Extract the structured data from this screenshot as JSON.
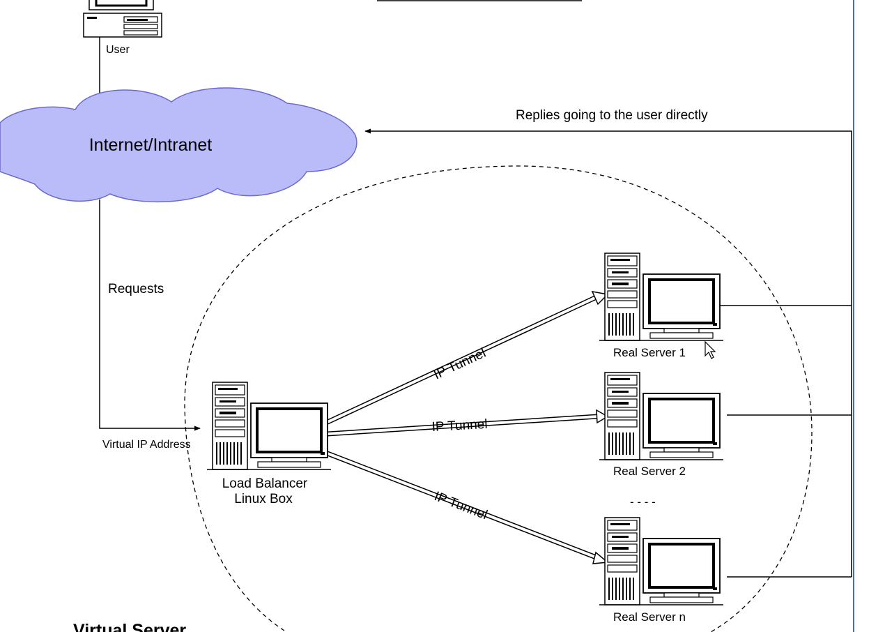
{
  "nodes": {
    "user": "User",
    "internet": "Internet/Intranet",
    "load_balancer": [
      "Load Balancer",
      "Linux Box"
    ],
    "real_servers": [
      "Real Server 1",
      "Real Server 2",
      "Real Server n"
    ],
    "server_ellipsis": "- - - -"
  },
  "edges": {
    "replies": "Replies going to the user directly",
    "requests": "Requests",
    "virtual_ip": "Virtual IP Address",
    "tunnels": [
      "IP Tunnel",
      "IP Tunnel",
      "IP Tunnel"
    ]
  },
  "region": {
    "label": "Virtual Server"
  },
  "colors": {
    "cloud_fill": "#b9bcf9",
    "window_border": "#3a6fc8"
  }
}
